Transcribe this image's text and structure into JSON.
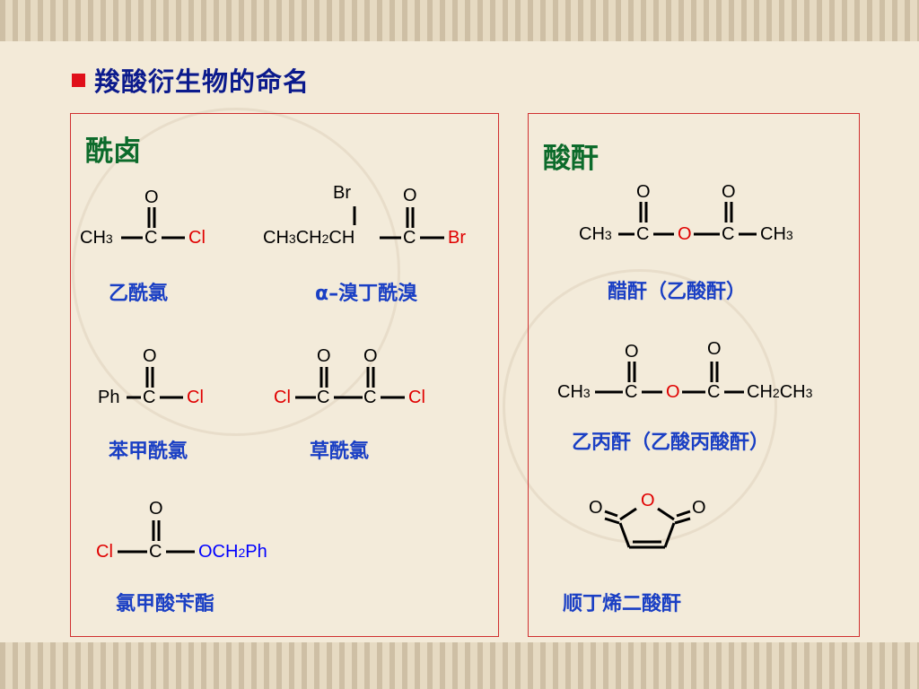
{
  "title": "羧酸衍生物的命名",
  "panels": {
    "left_title": "酰卤",
    "right_title": "酸酐"
  },
  "labels": {
    "acetyl_chloride": "乙酰氯",
    "alpha_bromobutyryl_bromide": "α–溴丁酰溴",
    "benzoyl_chloride": "苯甲酰氯",
    "oxalyl_chloride": "草酰氯",
    "benzyl_chloroformate": "氯甲酸苄酯",
    "acetic_anhydride": "醋酐（乙酸酐）",
    "acetic_propionic_anhydride": "乙丙酐（乙酸丙酸酐）",
    "maleic_anhydride": "顺丁烯二酸酐"
  },
  "atoms": {
    "O": "O",
    "C": "C",
    "Cl": "Cl",
    "Br": "Br",
    "CH": "CH",
    "CH3_main": "CH",
    "three": "3",
    "two": "2",
    "Ph": "Ph",
    "OCH": "OCH",
    "PhEnd": "Ph"
  },
  "colors": {
    "bullet": "#e0101a",
    "title": "#0b1a8c",
    "panel_title": "#0c6b2b",
    "label": "#1a3fc4",
    "heteroatom_red": "#e00000",
    "heteroatom_blue": "#0000ff",
    "panel_border": "#d03030"
  }
}
